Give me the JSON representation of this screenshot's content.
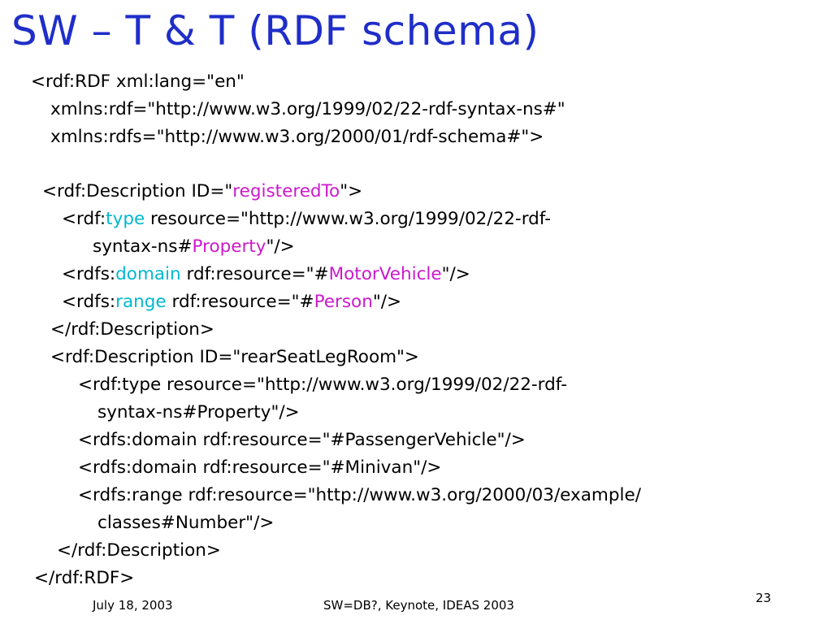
{
  "slide": {
    "title": "SW – T & T (RDF schema)",
    "code": {
      "l1": "<rdf:RDF xml:lang=\"en\"",
      "l2": "xmlns:rdf=\"http://www.w3.org/1999/02/22-rdf-syntax-ns#\"",
      "l3": "xmlns:rdfs=\"http://www.w3.org/2000/01/rdf-schema#\">",
      "l4": {
        "pre": "<rdf:Description ID=\"",
        "hl": "registeredTo",
        "post": "\">"
      },
      "l5": {
        "pre": "<rdf:",
        "hl": "type",
        "post": " resource=\"http://www.w3.org/1999/02/22-rdf-"
      },
      "l6": {
        "pre": "syntax-ns#",
        "hl": "Property",
        "post": "\"/>"
      },
      "l7": {
        "pre": "<rdfs:",
        "hl": "domain",
        "mid": " rdf:resource=\"#",
        "hl2": "MotorVehicle",
        "post": "\"/>"
      },
      "l8": {
        "pre": "<rdfs:",
        "hl": "range",
        "mid": " rdf:resource=\"#",
        "hl2": "Person",
        "post": "\"/>"
      },
      "l9": "</rdf:Description>",
      "l10": "<rdf:Description ID=\"rearSeatLegRoom\">",
      "l11": "<rdf:type resource=\"http://www.w3.org/1999/02/22-rdf-",
      "l12": "syntax-ns#Property\"/>",
      "l13": "<rdfs:domain rdf:resource=\"#PassengerVehicle\"/>",
      "l14": "<rdfs:domain rdf:resource=\"#Minivan\"/>",
      "l15": "<rdfs:range rdf:resource=\"http://www.w3.org/2000/03/example/",
      "l16": "classes#Number\"/>",
      "l17": "</rdf:Description>",
      "l18": "</rdf:RDF>"
    },
    "footer": {
      "date": "July 18, 2003",
      "center": "SW=DB?, Keynote, IDEAS 2003",
      "page": "23"
    },
    "colors": {
      "title": "#1f2ec8",
      "highlight_cyan": "#00b8d0",
      "highlight_magenta": "#cc19cc"
    }
  }
}
